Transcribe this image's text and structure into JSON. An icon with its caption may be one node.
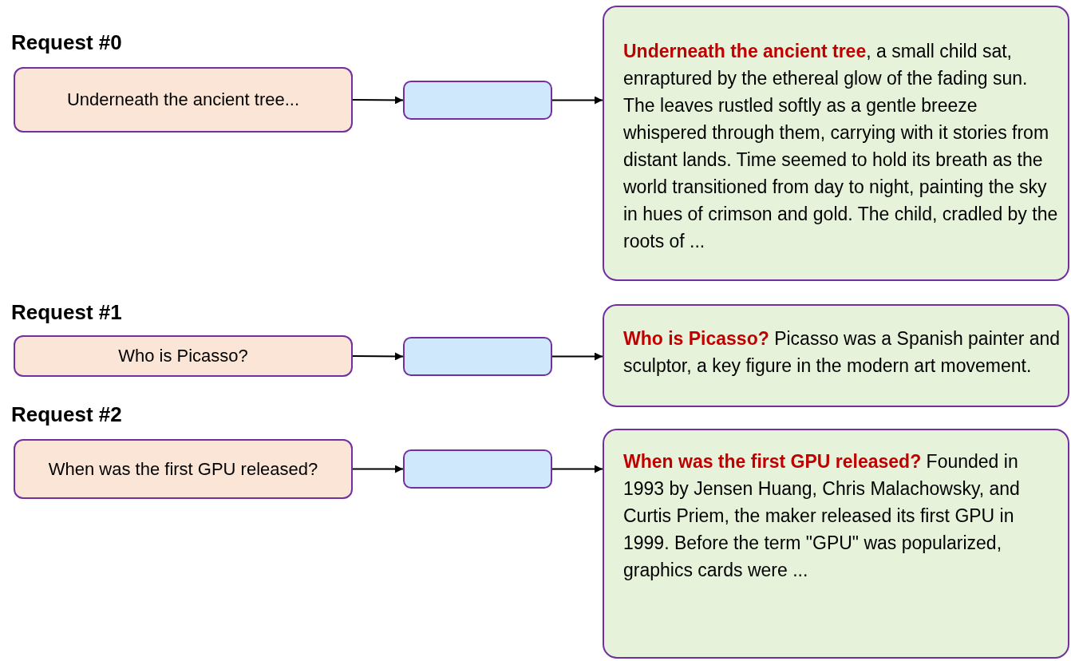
{
  "diagram": {
    "nodes": [
      {
        "text": [
          "Underneath the ancient tree..."
        ]
      },
      {
        "text": [],
        "shape": "box"
      },
      {
        "text": [
          "**Underneath the ancient tree**, a small child sat, enraptured by the ethereal glow of the fading sun. The leaves rustled softly as a gentle breeze whispered through them, carrying with it stories from distant lands. Time seemed to hold its breath as the world transitioned from day to night, painting the sky in hues of crimson and gold. The child, cradled by the roots of ..."
        ]
      },
      {
        "text": [
          "Who is Picasso?"
        ]
      },
      {
        "text": [],
        "shape": "box"
      },
      {
        "text": [
          "**Who is Picasso?** Picasso was a Spanish painter and sculptor, a key figure in the modern art movement."
        ]
      },
      {
        "text": [
          "When was the first GPU released?"
        ]
      },
      {
        "text": [],
        "shape": "box"
      },
      {
        "text": [
          "**When was the first GPU released?** Founded in 1993 by Jensen Huang, Chris Malachowsky, and Curtis Priem, the maker released its first GPU in 1999. Before the term \"GPU\" was popularized, graphics cards were ..."
        ]
      }
    ],
    "edges": [
      {
        "from": 0,
        "to": 1,
        "arrow": "to"
      },
      {
        "from": 1,
        "to": 2,
        "arrow": "to"
      },
      {
        "from": 3,
        "to": 4,
        "arrow": "to"
      },
      {
        "from": 4,
        "to": 5,
        "arrow": "to"
      },
      {
        "from": 6,
        "to": 7,
        "arrow": "to"
      },
      {
        "from": 7,
        "to": 8,
        "arrow": "to"
      }
    ],
    "labels": [
      "Request #0",
      "Request #1",
      "Request #2"
    ]
  }
}
